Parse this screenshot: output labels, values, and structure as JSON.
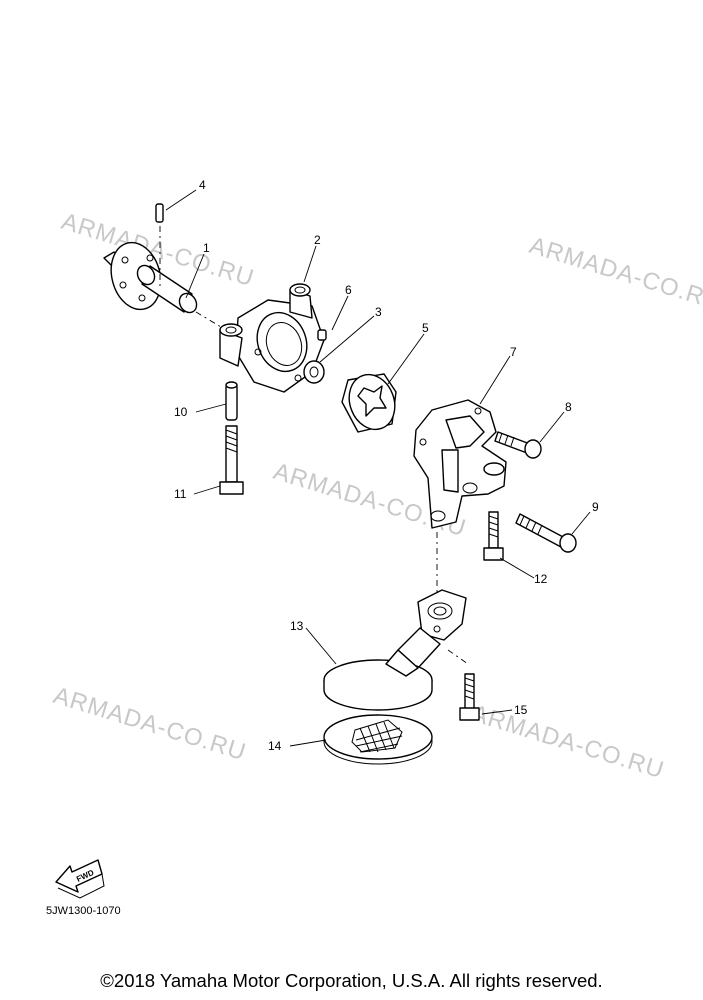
{
  "watermark": "ARMADA-CO.RU",
  "callouts": {
    "c1": "1",
    "c2": "2",
    "c3": "3",
    "c4": "4",
    "c5": "5",
    "c6": "6",
    "c7": "7",
    "c8": "8",
    "c9": "9",
    "c10": "10",
    "c11": "11",
    "c12": "12",
    "c13": "13",
    "c14": "14",
    "c15": "15"
  },
  "fwd_label": "FWD",
  "diagram_code": "5JW1300-1070",
  "copyright": "©2018 Yamaha Motor Corporation, U.S.A. All rights reserved."
}
